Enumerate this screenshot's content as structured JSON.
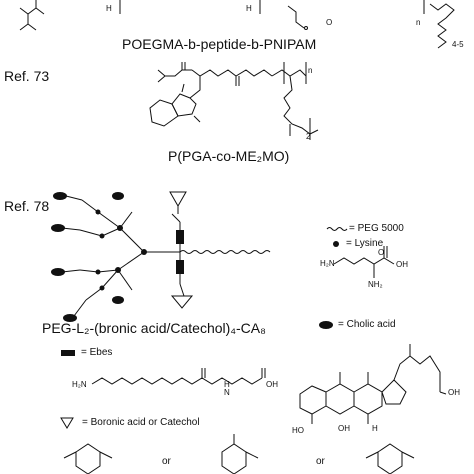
{
  "top_block": {
    "title": "POEGMA-b-peptide-b-PNIPAM",
    "atoms": {
      "h1": "H",
      "h2": "H",
      "o": "O",
      "n1": "n",
      "n2": "4-5"
    }
  },
  "ref73": {
    "label": "Ref. 73",
    "caption": "P(PGA-co-ME₂MO)",
    "atoms": {
      "n": "n",
      "two": "2"
    }
  },
  "ref78": {
    "label": "Ref. 78",
    "caption": "PEG-L₂-(bronic acid/Catechol)₄-CA₈"
  },
  "legend": {
    "peg": "= PEG 5000",
    "lysine": "= Lysine",
    "cholic": "= Cholic acid",
    "ebes": "= Ebes",
    "boronic": "= Boronic acid or Catechol",
    "or1": "or",
    "or2": "or"
  },
  "atoms": {
    "h2n": "H₂N",
    "oh": "OH",
    "nh2": "NH₂",
    "o": "O",
    "h": "H",
    "n": "N",
    "ebes_oh": "OH",
    "ca_oh1": "OH",
    "ca_oh2": "OH",
    "ca_ho": "HO",
    "ca_h": "H"
  }
}
